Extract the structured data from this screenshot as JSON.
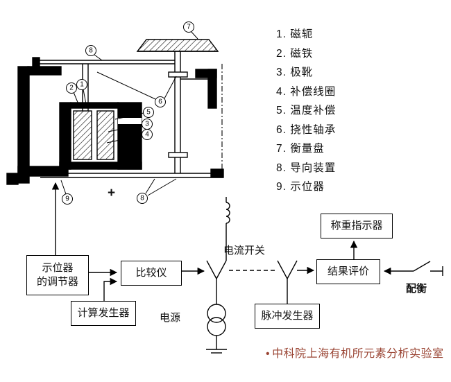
{
  "legend": {
    "items": [
      "1. 磁轭",
      "2. 磁铁",
      "3. 极靴",
      "4. 补偿线圈",
      "5. 温度补偿",
      "6. 挠性轴承",
      "7. 衡量盘",
      "8. 导向装置",
      "9. 示位器"
    ]
  },
  "callouts": {
    "c1": "1",
    "c2": "2",
    "c3": "3",
    "c4": "4",
    "c5": "5",
    "c6": "6",
    "c7": "7",
    "c8": "8",
    "c8b": "8",
    "c9": "9"
  },
  "blocks": {
    "weighing_indicator": "称重指示器",
    "regulator_line1": "示位器",
    "regulator_line2": "的调节器",
    "comparator": "比较仪",
    "result_evaluation": "结果评价",
    "calc_generator": "计算发生器",
    "pulse_generator": "脉冲发生器"
  },
  "labels": {
    "current_switch": "电流开关",
    "power_supply": "电源",
    "counterweight": "配衡",
    "plus_sign": "+"
  },
  "watermark": {
    "bullet": "•",
    "text": "中科院上海有机所元素分析实验室",
    "color": "#9a4433"
  }
}
